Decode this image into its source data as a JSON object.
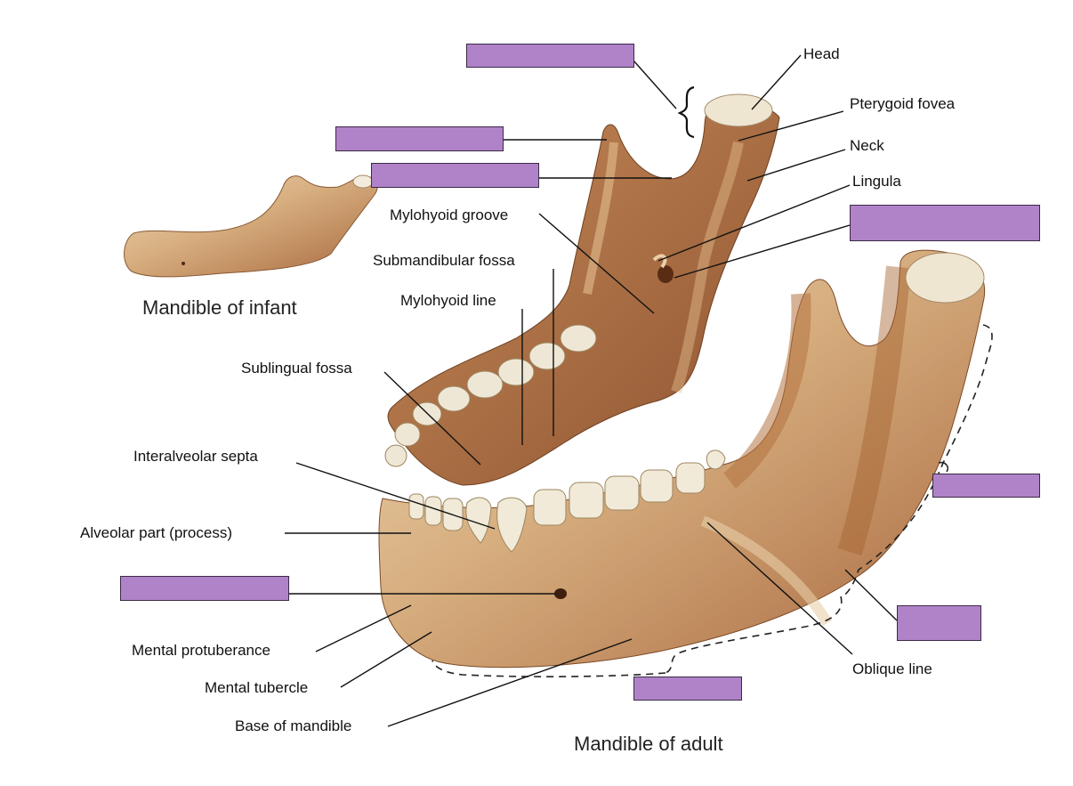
{
  "colors": {
    "bone_light": "#e8cfa8",
    "bone_mid": "#c99a6a",
    "bone_dark": "#9b5c34",
    "tooth": "#f1ead8",
    "label_box": "#b083c9",
    "leader_line": "#1a1a1a"
  },
  "captions": {
    "infant": "Mandible of infant",
    "adult": "Mandible of adult"
  },
  "labels": {
    "head": "Head",
    "pterygoid_fovea": "Pterygoid fovea",
    "neck": "Neck",
    "lingula": "Lingula",
    "mylohyoid_groove": "Mylohyoid groove",
    "submandibular_fossa": "Submandibular fossa",
    "mylohyoid_line": "Mylohyoid line",
    "sublingual_fossa": "Sublingual fossa",
    "interalveolar_septa": "Interalveolar septa",
    "alveolar_part": "Alveolar part (process)",
    "mental_protuberance": "Mental protuberance",
    "mental_tubercle": "Mental tubercle",
    "base_of_mandible": "Base of mandible",
    "oblique_line": "Oblique line"
  },
  "blank_label_boxes": [
    "condylar-process-blank",
    "coronoid-process-blank",
    "mandibular-notch-blank",
    "mandibular-foramen-blank",
    "ramus-blank",
    "angle-blank",
    "body-blank",
    "mental-foramen-blank"
  ]
}
